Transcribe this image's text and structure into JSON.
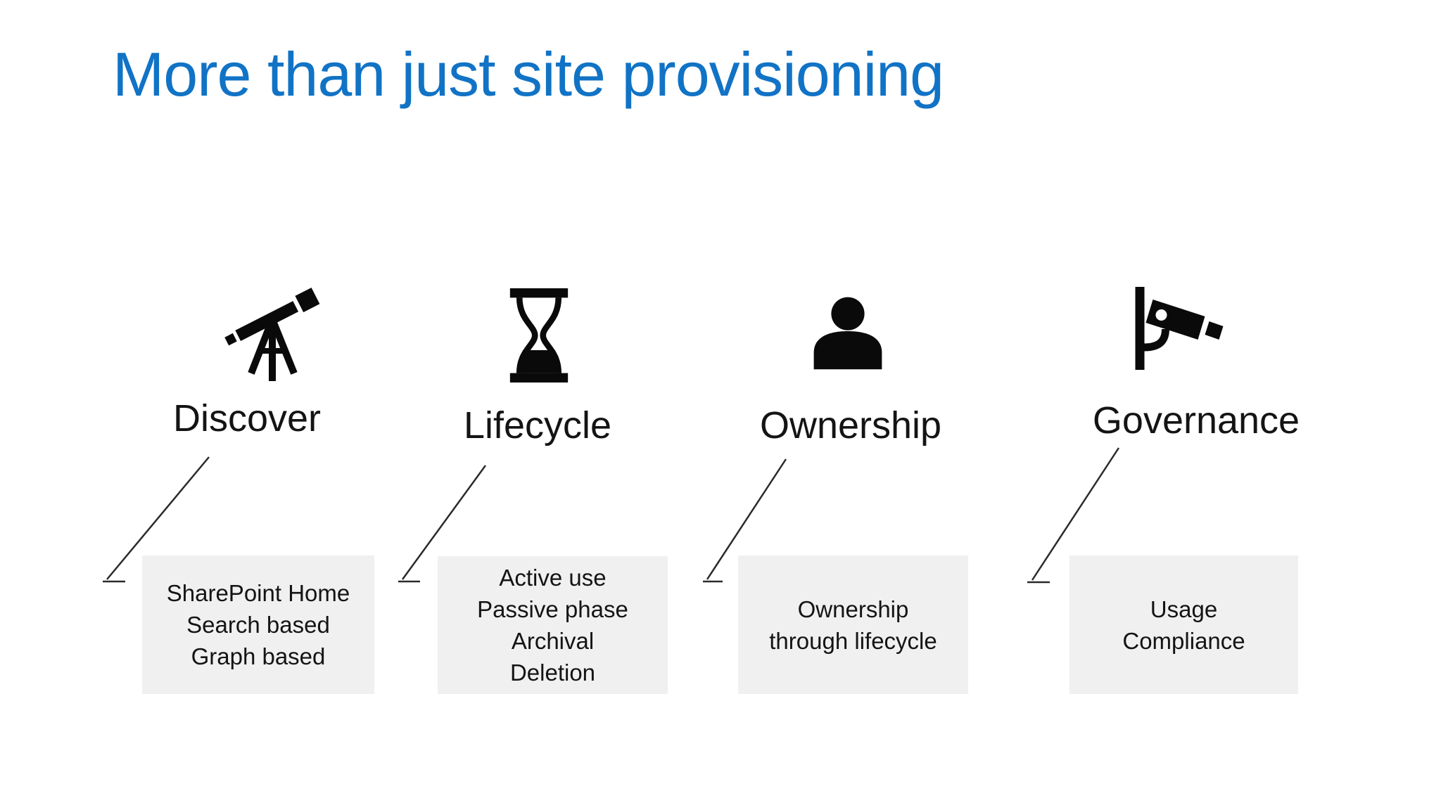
{
  "slide": {
    "title": "More than just site provisioning",
    "colors": {
      "title": "#1173C5",
      "box_background": "#F0F0F1",
      "text": "#141414",
      "icon": "#0A0A0A",
      "connector": "#2A2A2A"
    },
    "columns": [
      {
        "icon": "telescope-icon",
        "label": "Discover",
        "details": [
          "SharePoint Home",
          "Search based",
          "Graph based"
        ]
      },
      {
        "icon": "hourglass-icon",
        "label": "Lifecycle",
        "details": [
          "Active use",
          "Passive phase",
          "Archival",
          "Deletion"
        ]
      },
      {
        "icon": "person-icon",
        "label": "Ownership",
        "details": [
          "Ownership",
          "through lifecycle"
        ]
      },
      {
        "icon": "security-camera-icon",
        "label": "Governance",
        "details": [
          "Usage",
          "Compliance"
        ]
      }
    ]
  }
}
